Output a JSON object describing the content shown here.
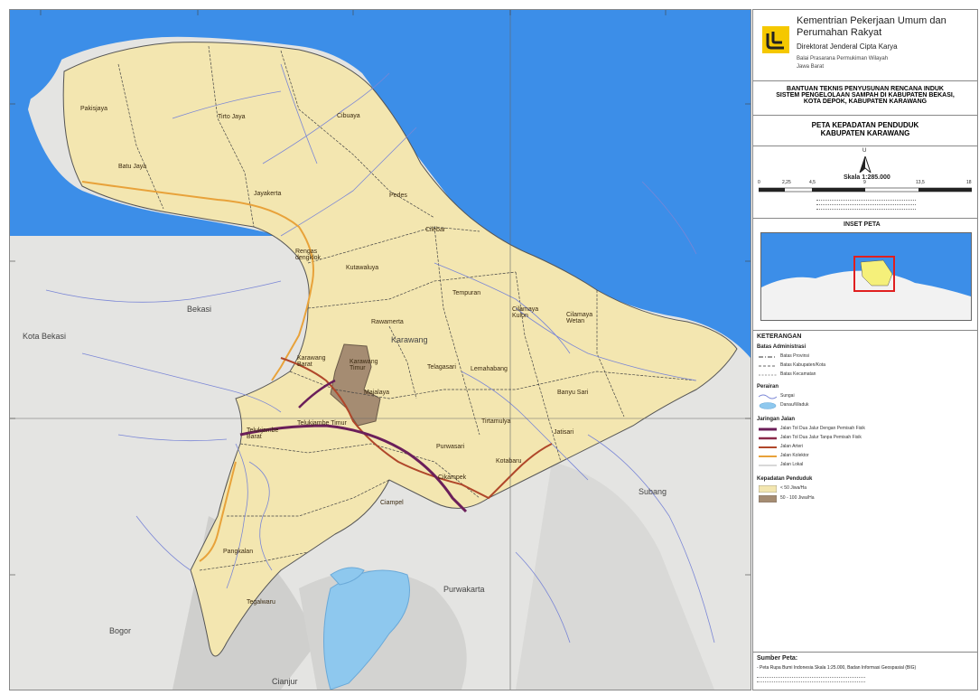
{
  "header": {
    "org_line1": "Kementrian Pekerjaan Umum dan",
    "org_line2": "Perumahan Rakyat",
    "directorate": "Direktorat Jenderal Cipta Karya",
    "balai_line1": "Balai Prasarana Permukiman Wilayah",
    "balai_line2": "Jawa Barat"
  },
  "project": {
    "line1": "BANTUAN TEKNIS PENYUSUNAN RENCANA INDUK",
    "line2": "SISTEM PENGELOLAAN SAMPAH DI KABUPATEN BEKASI,",
    "line3": "KOTA DEPOK, KABUPATEN KARAWANG"
  },
  "map_title": {
    "line1": "PETA KEPADATAN PENDUDUK",
    "line2": "KABUPATEN KARAWANG"
  },
  "scale": {
    "north": "U",
    "label": "Skala 1:285.000",
    "ticks": [
      "0",
      "2,25",
      "4,5",
      "9",
      "13,5",
      "18"
    ]
  },
  "inset": {
    "title": "INSET PETA"
  },
  "legend": {
    "title": "KETERANGAN",
    "admin_title": "Batas Administrasi",
    "admin_items": [
      "Batas Provinsi",
      "Batas Kabupaten/Kota",
      "Batas Kecamatan"
    ],
    "water_title": "Perairan",
    "water_items": [
      "Sungai",
      "Danau/Waduk"
    ],
    "road_title": "Jaringan Jalan",
    "road_items": [
      "Jalan Tol Dua Jalur Dengan Pemisah Fisik",
      "Jalan Tol Dua Jalur Tanpa Pemisah Fisik",
      "Jalan Arteri",
      "Jalan Kolektor",
      "Jalan Lokal"
    ],
    "density_title": "Kepadatan Penduduk",
    "density_items": [
      "< 50 Jiwa/Ha",
      "50 - 100 Jiwa/Ha"
    ]
  },
  "source": {
    "title": "Sumber Peta:",
    "text": "- Peta Rupa Bumi Indonesia Skala 1:25.000, Badan Informasi Geospasial (BIG)"
  },
  "regions": {
    "kota_bekasi": "Kota Bekasi",
    "bekasi": "Bekasi",
    "subang": "Subang",
    "purwakarta": "Purwakarta",
    "bogor": "Bogor",
    "cianjur": "Cianjur",
    "karawang": "Karawang"
  },
  "places": {
    "pakisjaya": "Pakisjaya",
    "batujaya": "Batu Jaya",
    "tirtojaya": "Tirto Jaya",
    "cibuaya": "Cibuaya",
    "jayakerta": "Jayakerta",
    "pedes": "Pedes",
    "cilebar": "Cilebar",
    "rengasdengklok": "Rengas dengklok",
    "kutawaluya": "Kutawaluya",
    "tempuran": "Tempuran",
    "cilamaya_kulon": "Cilamaya Kulon",
    "cilamaya_wetan": "Cilamaya Wetan",
    "rawamerta": "Rawamerta",
    "karawang_barat": "Karawang Barat",
    "karawang_timur": "Karawang Timur",
    "telagasari": "Telagasari",
    "lemahabang": "Lemahabang",
    "majalaya": "Majalaya",
    "banyusari": "Banyu Sari",
    "telukjambe_timur": "Telukjambe Timur",
    "telukjambe_barat": "Telukjambe Barat",
    "tirtamulya": "Tirtamulya",
    "jatisari": "Jatisari",
    "purwasari": "Purwasari",
    "kotabaru": "Kotabaru",
    "cikampek": "Cikampek",
    "ciampel": "Ciampel",
    "pangkalan": "Pangkalan",
    "tegalwaru": "Tegalwaru"
  },
  "colors": {
    "sea": "#3c8ee8",
    "study_area": "#f3e6b0",
    "dense_area": "#a58c72",
    "toll_road": "#6b1f5a",
    "arterial": "#b0472a",
    "collector": "#e8a23a",
    "river": "#7a86d6"
  }
}
